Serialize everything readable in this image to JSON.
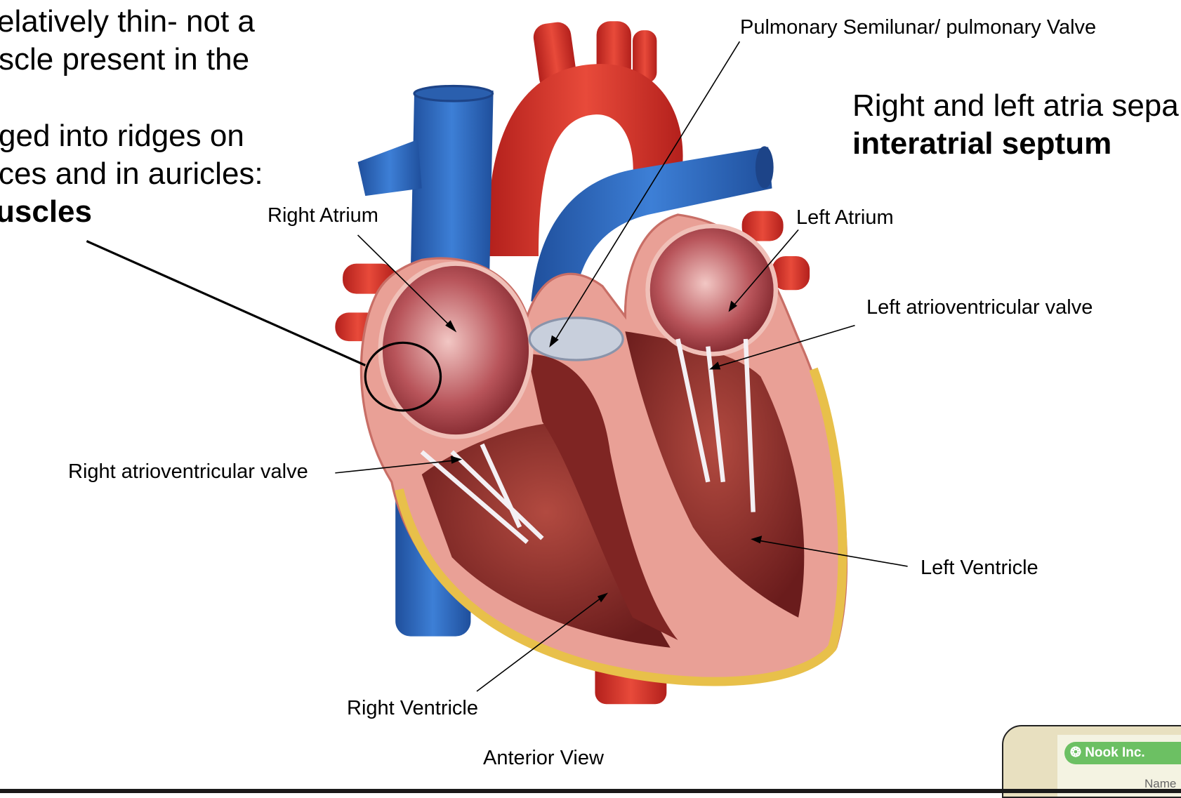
{
  "slide": {
    "left_text": {
      "line1": "elatively thin- not a",
      "line2": "scle present in the",
      "line3": "ged into ridges on",
      "line4": "ces and in auricles:",
      "line5_bold": "uscles"
    },
    "right_text": {
      "line1": "Right and left atria sepa",
      "line2_bold": "interatrial septum"
    },
    "labels": {
      "pulmonary_valve": "Pulmonary Semilunar/ pulmonary Valve",
      "right_atrium": "Right Atrium",
      "left_atrium": "Left Atrium",
      "left_av_valve": "Left atrioventricular valve",
      "right_av_valve": "Right atrioventricular valve",
      "left_ventricle": "Left Ventricle",
      "right_ventricle": "Right Ventricle",
      "caption": "Anterior View"
    }
  },
  "overlay_window": {
    "brand": "Nook Inc.",
    "field_label": "Name"
  },
  "colors": {
    "vein_blue": "#2f6bbf",
    "artery_red": "#d8322a",
    "myocardium_pink": "#e89a8e",
    "chamber_dark": "#8a2a28",
    "fat_yellow": "#e8c04a",
    "nook_green": "#6cc063"
  }
}
